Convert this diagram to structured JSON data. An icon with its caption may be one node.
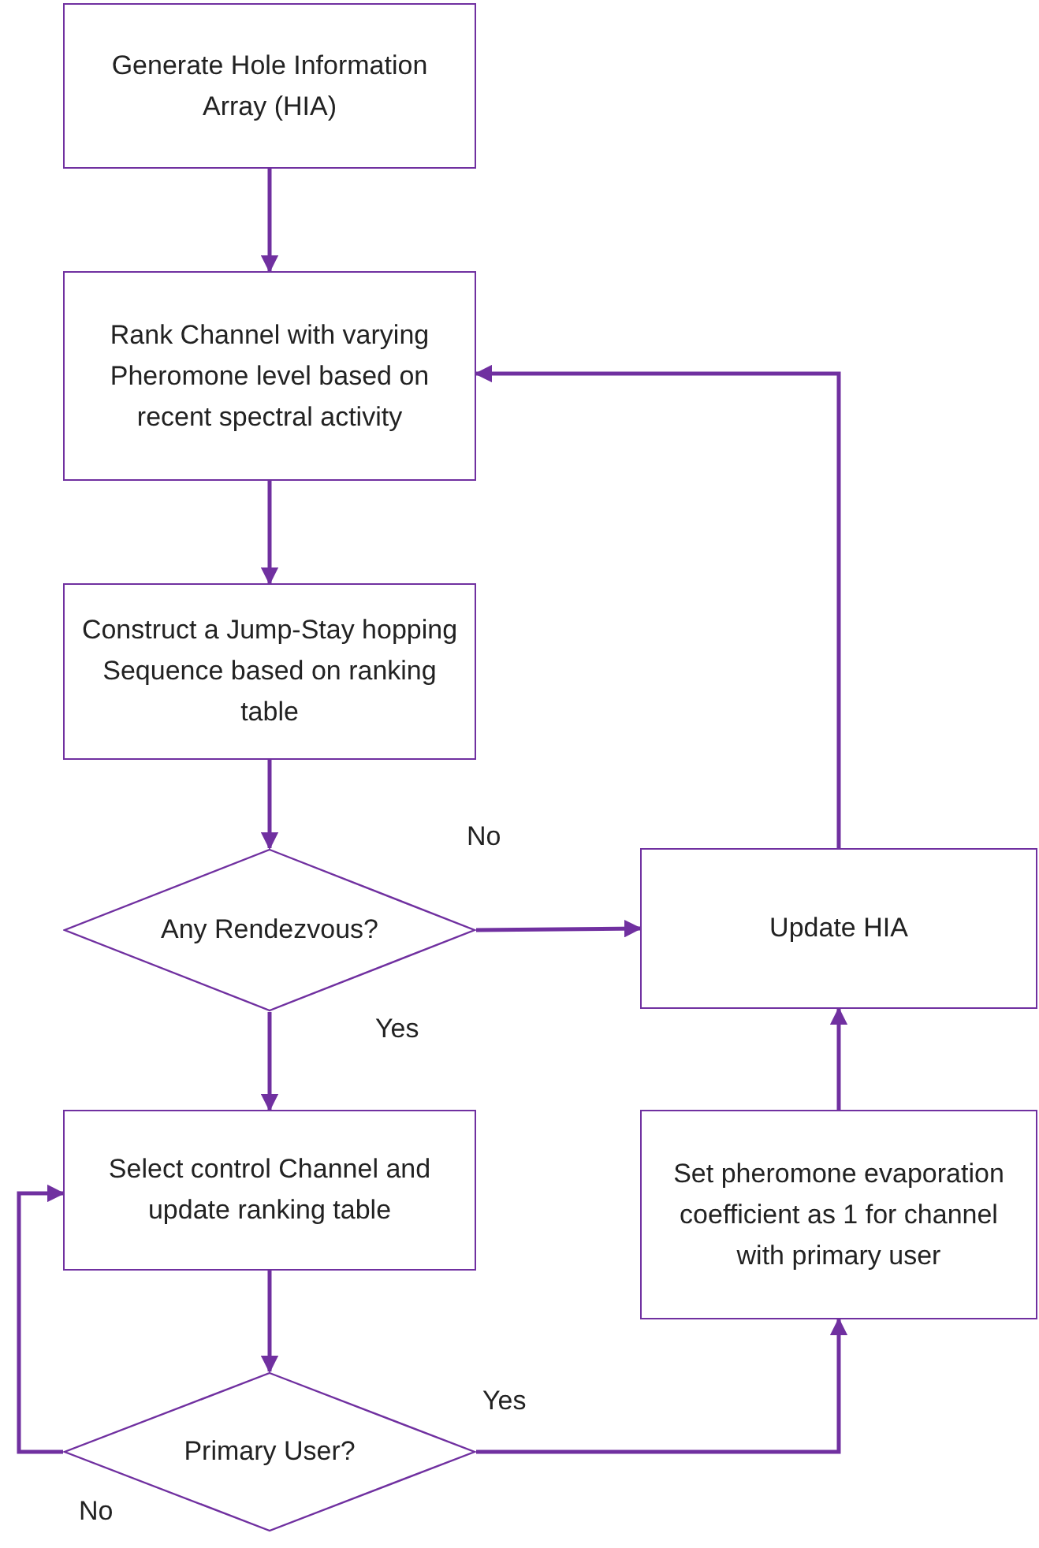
{
  "diagram": {
    "nodes": [
      {
        "text": [
          "Generate Hole Information Array (HIA)"
        ]
      },
      {
        "text": [
          "Rank Channel with varying Pheromone level based on recent spectral activity"
        ]
      },
      {
        "text": [
          "Construct a Jump-Stay hopping Sequence based on ranking table"
        ]
      },
      {
        "text": [
          "Any Rendezvous?"
        ]
      },
      {
        "text": [
          "Select control Channel and update ranking table"
        ]
      },
      {
        "text": [
          "Primary User?"
        ]
      },
      {
        "text": [
          "Update HIA"
        ]
      },
      {
        "text": [
          "Set pheromone evaporation coefficient as 1 for channel with primary user"
        ]
      }
    ],
    "edges": [
      {
        "from": 0,
        "to": 1,
        "arrow": "to"
      },
      {
        "from": 1,
        "to": 2,
        "arrow": "to"
      },
      {
        "from": 2,
        "to": 3,
        "arrow": "to"
      },
      {
        "from": 3,
        "to": 6,
        "arrow": "to",
        "label": "No"
      },
      {
        "from": 3,
        "to": 4,
        "arrow": "to",
        "label": "Yes"
      },
      {
        "from": 4,
        "to": 5,
        "arrow": "to"
      },
      {
        "from": 5,
        "to": 7,
        "arrow": "to",
        "label": "Yes"
      },
      {
        "from": 5,
        "to": 4,
        "arrow": "to",
        "label": "No"
      },
      {
        "from": 7,
        "to": 6,
        "arrow": "to"
      },
      {
        "from": 6,
        "to": 1,
        "arrow": "to"
      }
    ]
  }
}
